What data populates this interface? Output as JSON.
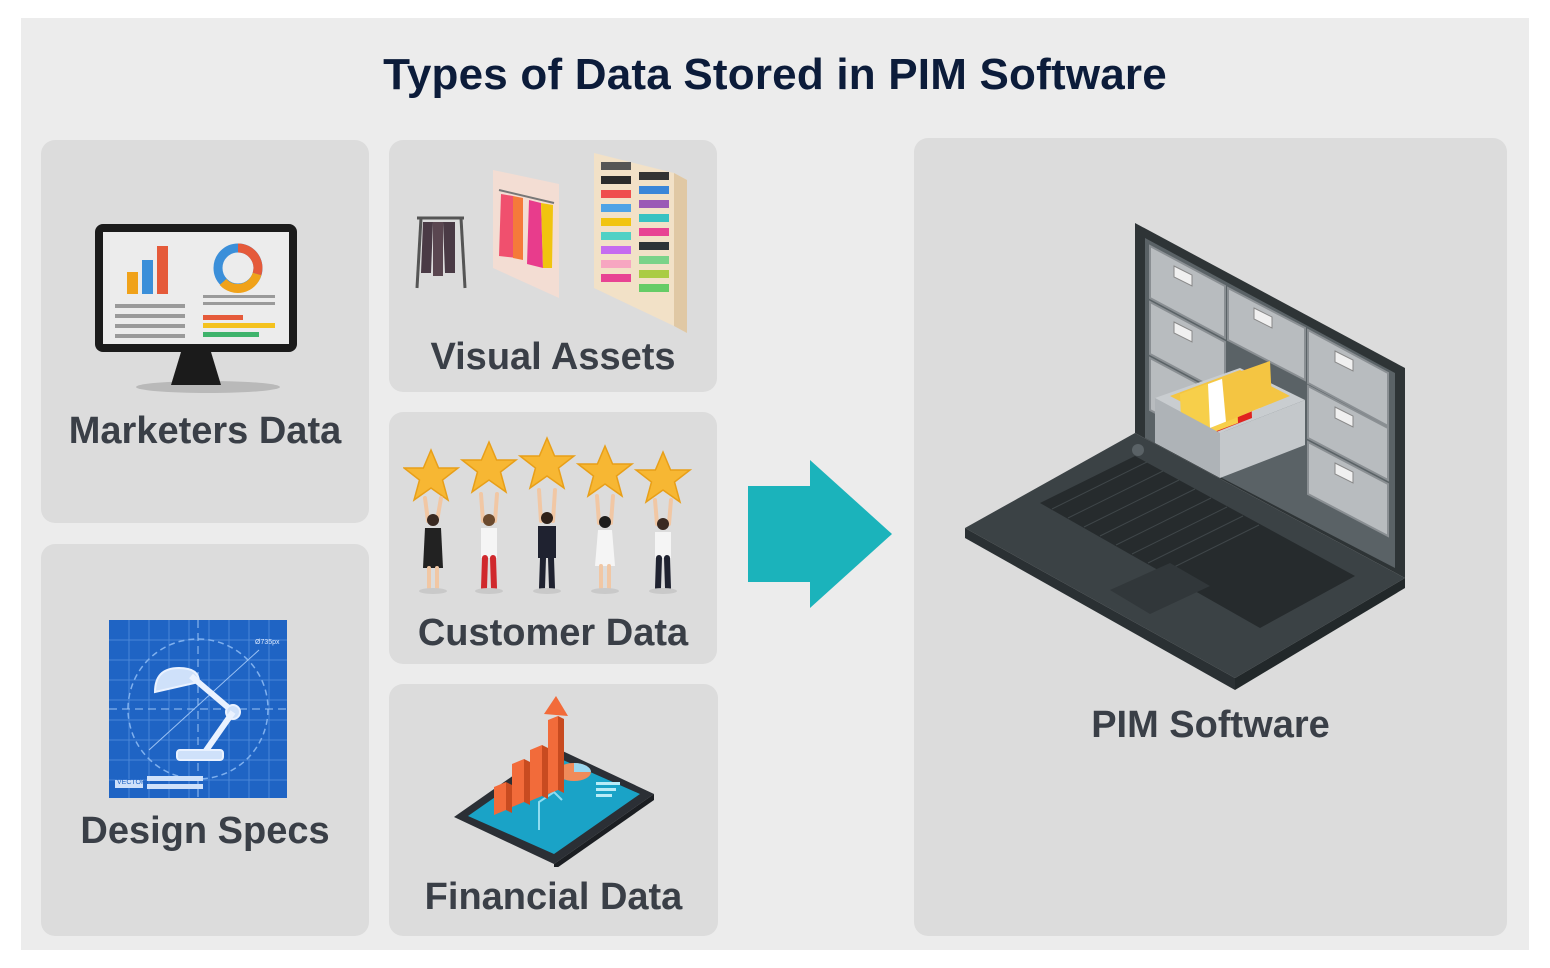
{
  "title": "Types of Data Stored in PIM Software",
  "cards": {
    "marketers": {
      "label": "Marketers Data",
      "icon": "monitor-dashboard-icon"
    },
    "visual": {
      "label": "Visual Assets",
      "icon": "clothing-rack-icon"
    },
    "customer": {
      "label": "Customer Data",
      "icon": "rating-stars-people-icon"
    },
    "design": {
      "label": "Design Specs",
      "icon": "blueprint-lamp-icon"
    },
    "financial": {
      "label": "Financial Data",
      "icon": "tablet-chart-icon"
    },
    "pim": {
      "label": "PIM Software",
      "icon": "laptop-file-cabinet-icon"
    }
  },
  "blueprint": {
    "tag": "VECTOR",
    "dimension": "Ø735px"
  },
  "colors": {
    "arrow": "#1bb3bb",
    "card": "#dcdcdc",
    "background": "#ececec",
    "title": "#0c1c3a"
  }
}
